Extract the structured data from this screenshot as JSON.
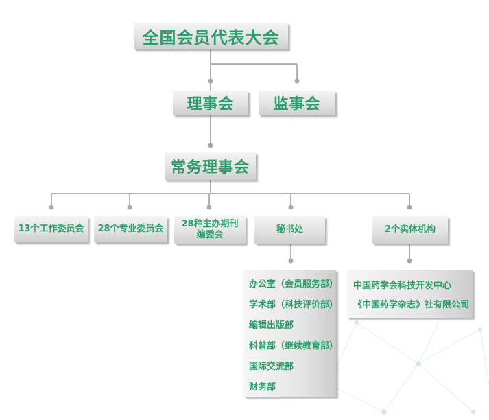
{
  "top": "全国会员代表大会",
  "council": "理事会",
  "supervisory": "监事会",
  "standing": "常务理事会",
  "units": [
    "13个工作委员会",
    "28个专业委员会",
    "28种主办期刊",
    "编委会",
    "秘书处",
    "2个实体机构"
  ],
  "secretariat_departments": [
    "办公室（会员服务部）",
    "学术部（科技评价部）",
    "编辑出版部",
    "科普部（继续教育部）",
    "国际交流部",
    "财务部"
  ],
  "entities": [
    "中国药学会科技开发中心",
    "《中国药学杂志》社有限公司"
  ],
  "colors": {
    "accent": "#2a9d6a",
    "connector": "#9a9a9a",
    "box_light": "#f4f4f4",
    "box_dark": "#cfcfcf"
  }
}
